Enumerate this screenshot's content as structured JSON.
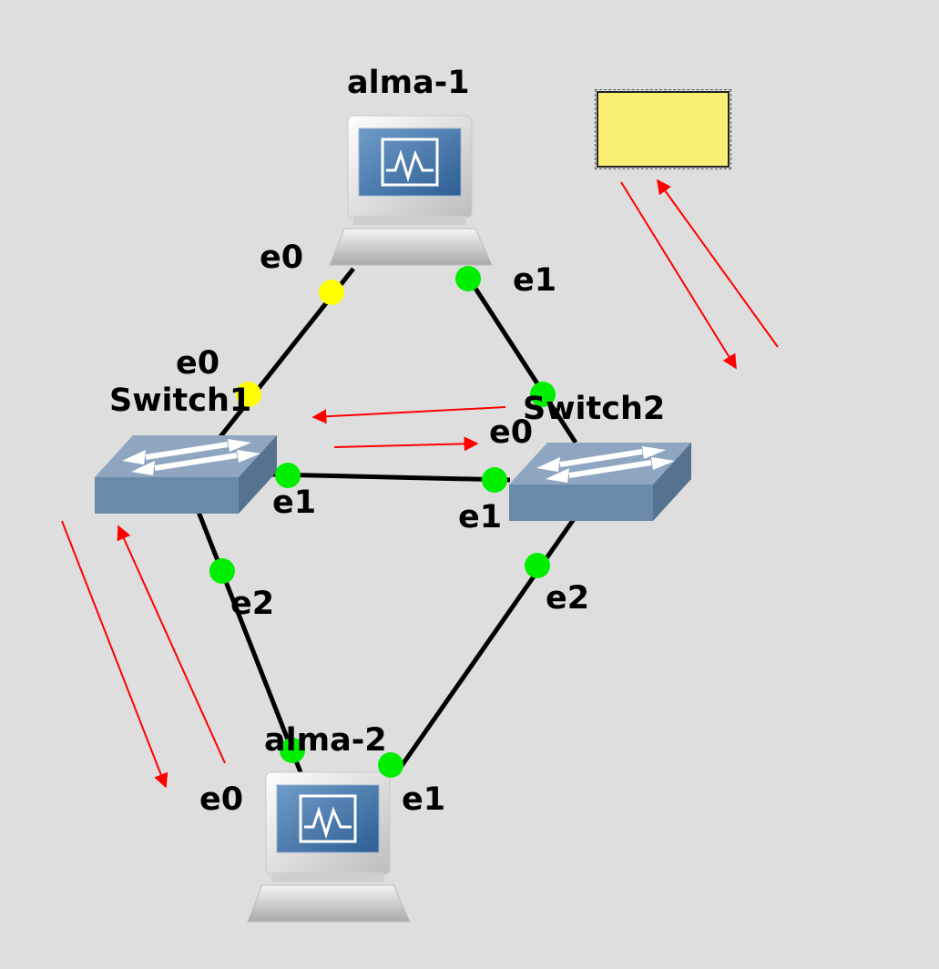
{
  "nodes": {
    "alma1": {
      "label": "alma-1",
      "type": "computer-icon"
    },
    "alma2": {
      "label": "alma-2",
      "type": "computer-icon"
    },
    "switch1": {
      "label": "Switch1",
      "type": "ethernet-switch-icon"
    },
    "switch2": {
      "label": "Switch2",
      "type": "ethernet-switch-icon"
    }
  },
  "ports": {
    "alma1_e0": "e0",
    "alma1_e1": "e1",
    "switch1_e0": "e0",
    "switch1_e1": "e1",
    "switch1_e2": "e2",
    "switch2_e0": "e0",
    "switch2_e1": "e1",
    "switch2_e2": "e2",
    "alma2_e0": "e0",
    "alma2_e1": "e1"
  },
  "colors": {
    "background": "#dedede",
    "link": "#000000",
    "port_up": "#00ee00",
    "port_suspended": "#ffff00",
    "arrow": "#ff0000",
    "note": "#f9ef74"
  }
}
